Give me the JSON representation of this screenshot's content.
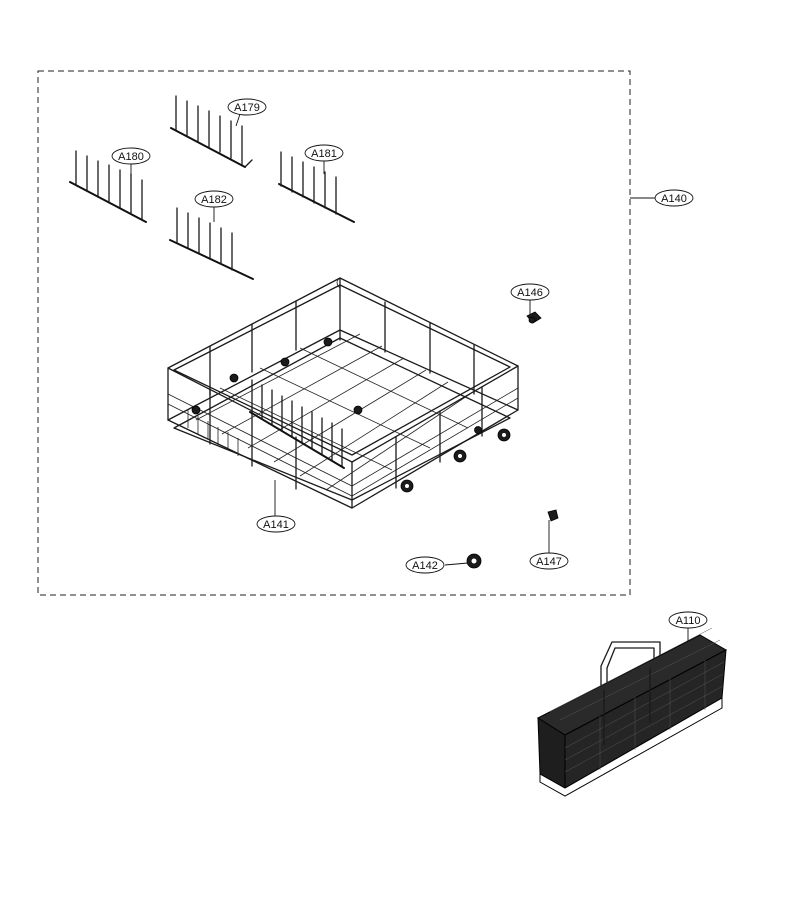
{
  "callouts": {
    "a140": "A140",
    "a179": "A179",
    "a180": "A180",
    "a181": "A181",
    "a182": "A182",
    "a146": "A146",
    "a141": "A141",
    "a142": "A142",
    "a147": "A147",
    "a110": "A110"
  }
}
